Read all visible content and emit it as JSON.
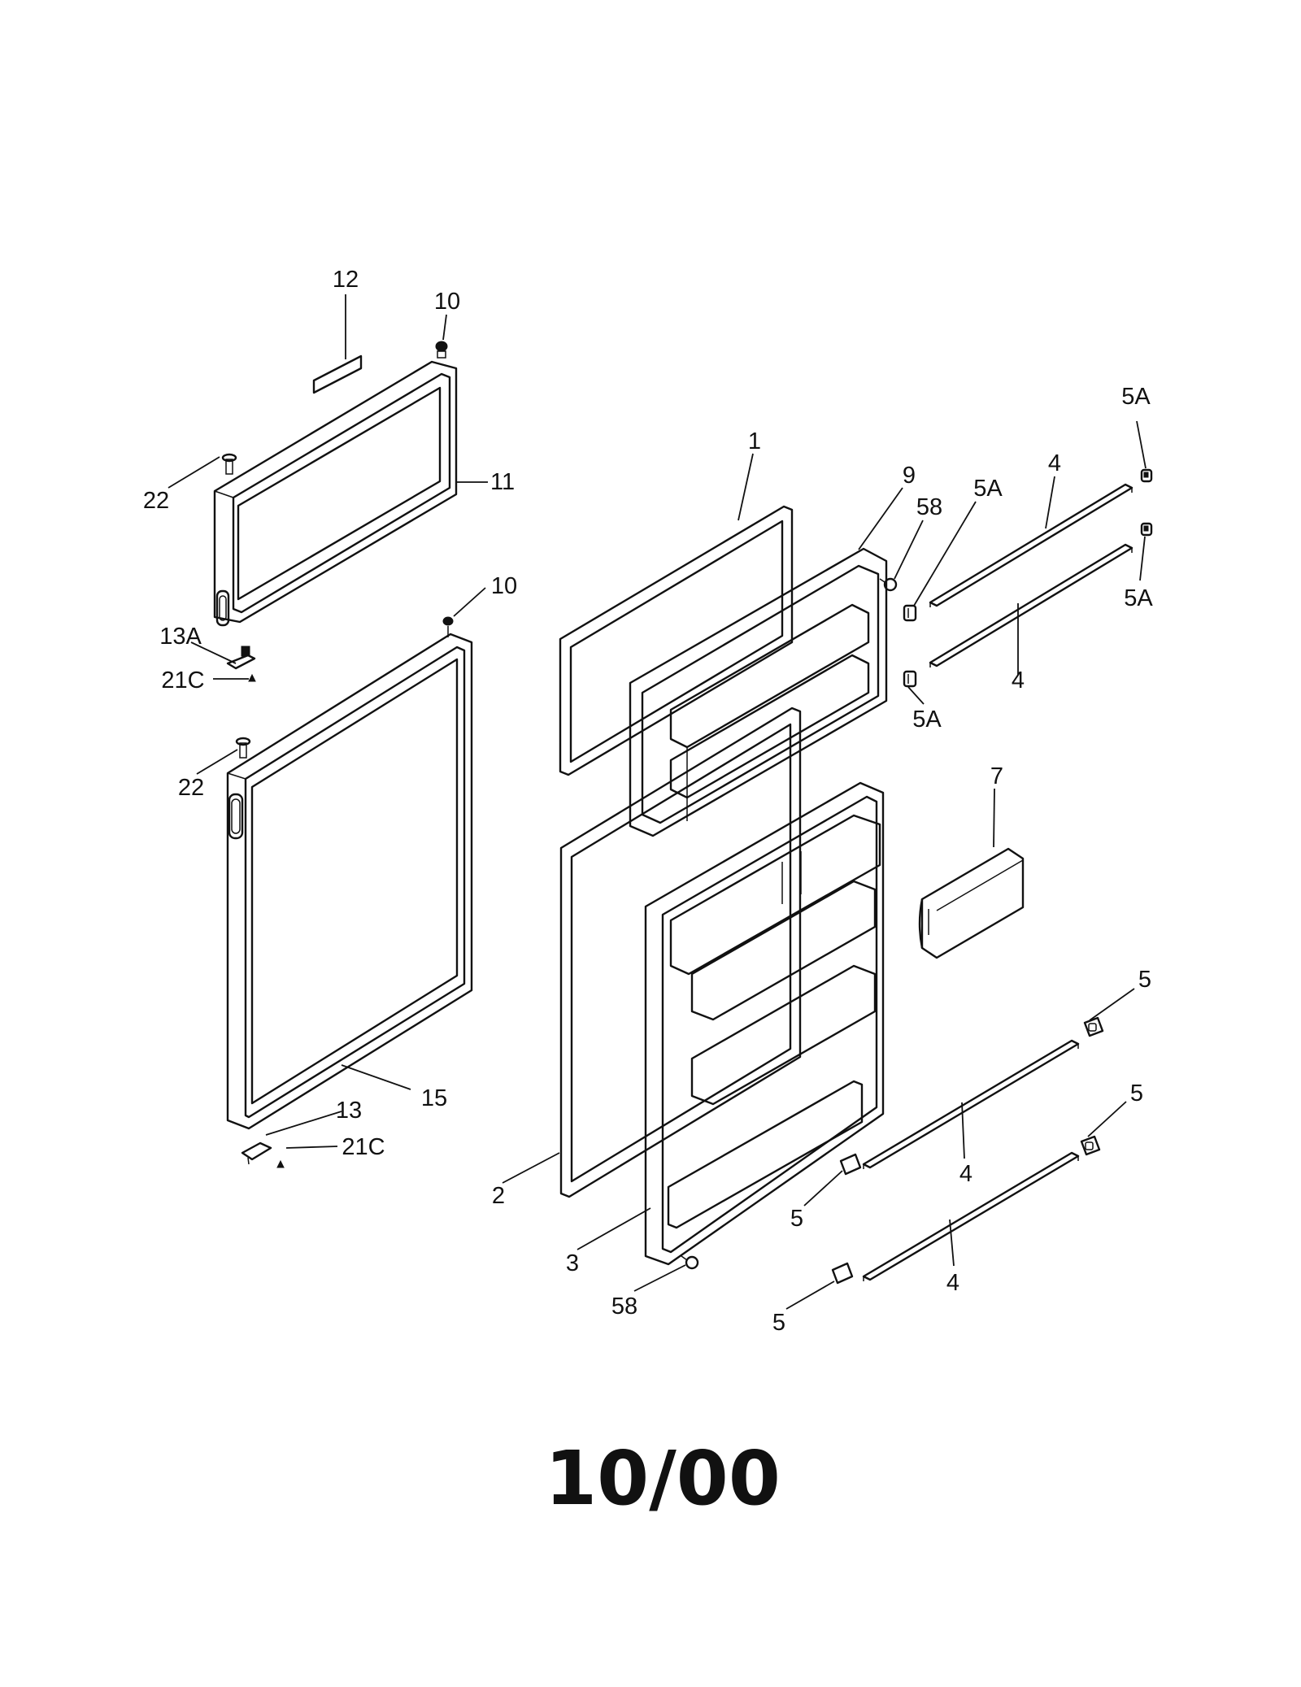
{
  "diagram": {
    "footer_code": "10/00",
    "callouts": {
      "c1": "1",
      "c2": "2",
      "c3": "3",
      "c4a": "4",
      "c4b": "4",
      "c4c": "4",
      "c4d": "4",
      "c5a": "5",
      "c5b": "5",
      "c5c": "5",
      "c5d": "5",
      "c5A_a": "5A",
      "c5A_b": "5A",
      "c5A_c": "5A",
      "c5A_d": "5A",
      "c7": "7",
      "c9": "9",
      "c10a": "10",
      "c10b": "10",
      "c11": "11",
      "c12": "12",
      "c13": "13",
      "c13A": "13A",
      "c15": "15",
      "c21C_a": "21C",
      "c21C_b": "21C",
      "c22a": "22",
      "c22b": "22",
      "c58a": "58",
      "c58b": "58"
    }
  }
}
